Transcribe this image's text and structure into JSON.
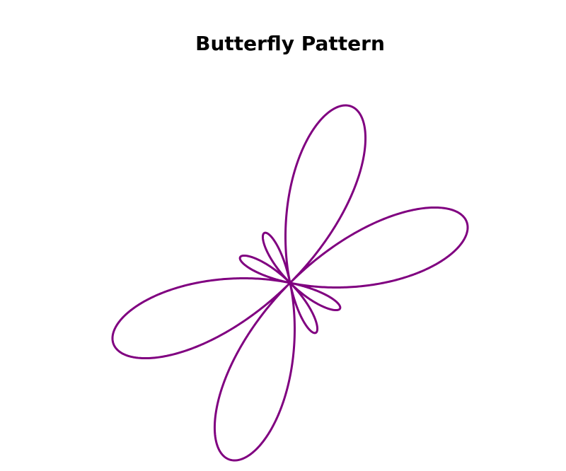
{
  "chart_data": {
    "type": "line",
    "title": "Butterfly Pattern",
    "xlabel": "",
    "ylabel": "",
    "axes_visible": false,
    "grid": false,
    "aspect": "equal",
    "series": [
      {
        "equation": "r = sin(4t) + 0.8*cos(2t)",
        "param": "t",
        "t_range": [
          0,
          6.283185307
        ],
        "samples": 2000,
        "color": "#800080"
      }
    ],
    "xlim": [
      -1.45,
      1.45
    ],
    "ylim": [
      -0.98,
      1.58
    ]
  }
}
